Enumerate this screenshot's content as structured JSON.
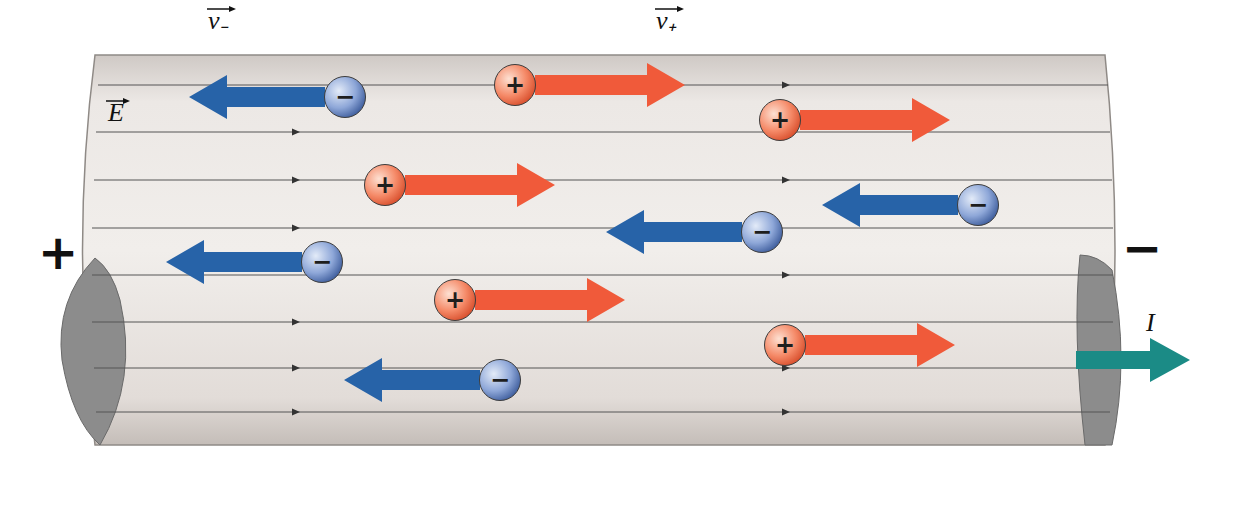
{
  "diagram": {
    "nodes": [
      {
        "text": [
          "+"
        ]
      },
      {
        "text": [
          "−"
        ]
      },
      {
        "text": [
          "+"
        ]
      },
      {
        "text": [
          "+"
        ]
      },
      {
        "text": [
          "−"
        ]
      },
      {
        "text": [
          "−"
        ]
      },
      {
        "text": [
          "−"
        ]
      },
      {
        "text": [
          "+"
        ]
      },
      {
        "text": [
          "+"
        ]
      },
      {
        "text": [
          "−"
        ]
      }
    ],
    "labels": [
      "v₋",
      "v₊",
      "E",
      "+",
      "−",
      "I"
    ]
  }
}
